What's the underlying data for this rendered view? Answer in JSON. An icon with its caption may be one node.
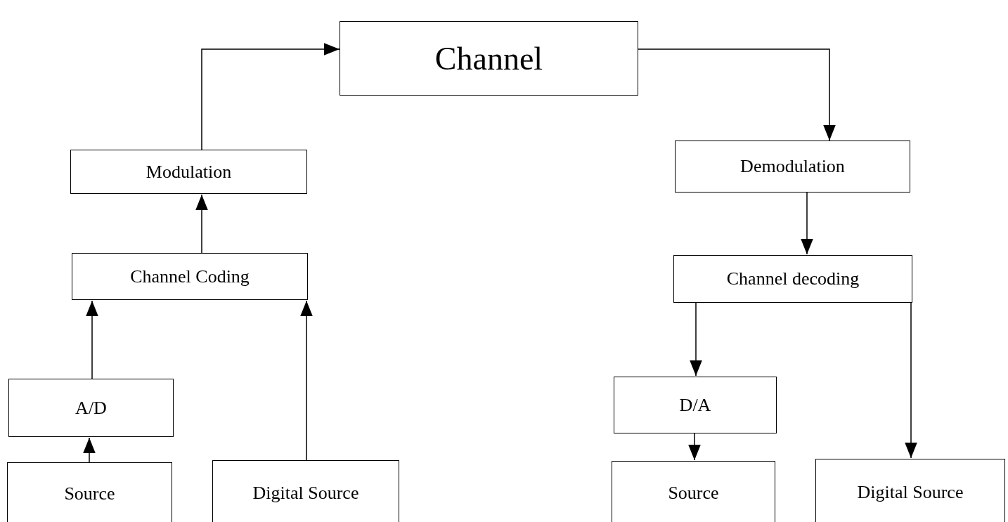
{
  "diagram": {
    "nodes": [
      {
        "text": [
          "Channel"
        ]
      },
      {
        "text": [
          "Modulation"
        ]
      },
      {
        "text": [
          "Channel Coding"
        ]
      },
      {
        "text": [
          "A/D"
        ]
      },
      {
        "text": [
          "Source"
        ]
      },
      {
        "text": [
          "Digital Source"
        ]
      },
      {
        "text": [
          "Demodulation"
        ]
      },
      {
        "text": [
          "Channel decoding"
        ]
      },
      {
        "text": [
          "D/A"
        ]
      },
      {
        "text": [
          "Source"
        ]
      },
      {
        "text": [
          "Digital Source"
        ]
      }
    ],
    "edges": [
      {
        "from": 1,
        "to": 0,
        "arrow": "to"
      },
      {
        "from": 0,
        "to": 6,
        "arrow": "to"
      },
      {
        "from": 2,
        "to": 1,
        "arrow": "to"
      },
      {
        "from": 3,
        "to": 2,
        "arrow": "to"
      },
      {
        "from": 5,
        "to": 2,
        "arrow": "to"
      },
      {
        "from": 4,
        "to": 3,
        "arrow": "to"
      },
      {
        "from": 6,
        "to": 7,
        "arrow": "to"
      },
      {
        "from": 7,
        "to": 8,
        "arrow": "to"
      },
      {
        "from": 7,
        "to": 10,
        "arrow": "to"
      },
      {
        "from": 8,
        "to": 9,
        "arrow": "to"
      }
    ]
  }
}
